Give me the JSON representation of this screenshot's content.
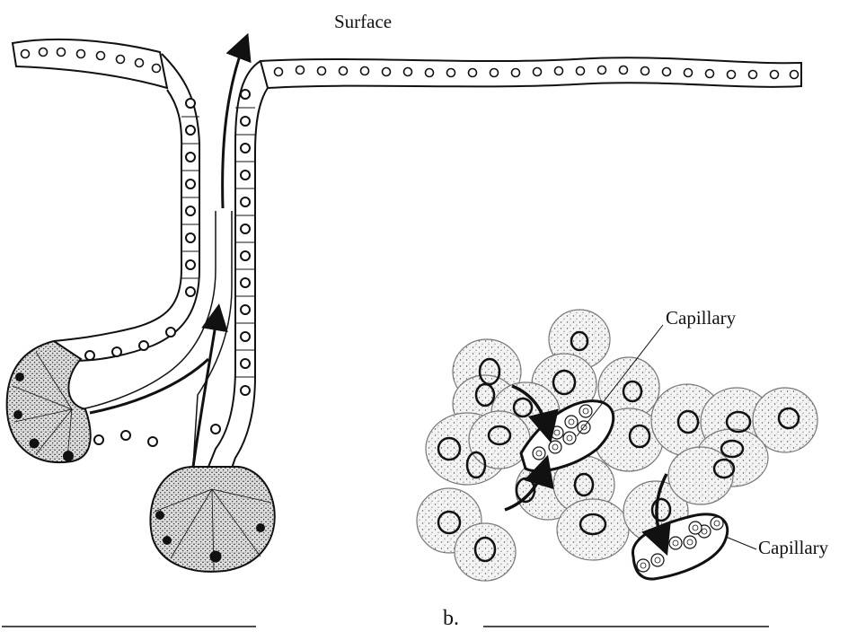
{
  "labels": {
    "surface": "Surface",
    "capillary_top": "Capillary",
    "capillary_bottom": "Capillary",
    "part_b": "b."
  },
  "colors": {
    "ink": "#111111",
    "cell_stipple_fill": "#e6e6e6",
    "acinus_fill": "#c9c9c9",
    "background": "#ffffff"
  }
}
